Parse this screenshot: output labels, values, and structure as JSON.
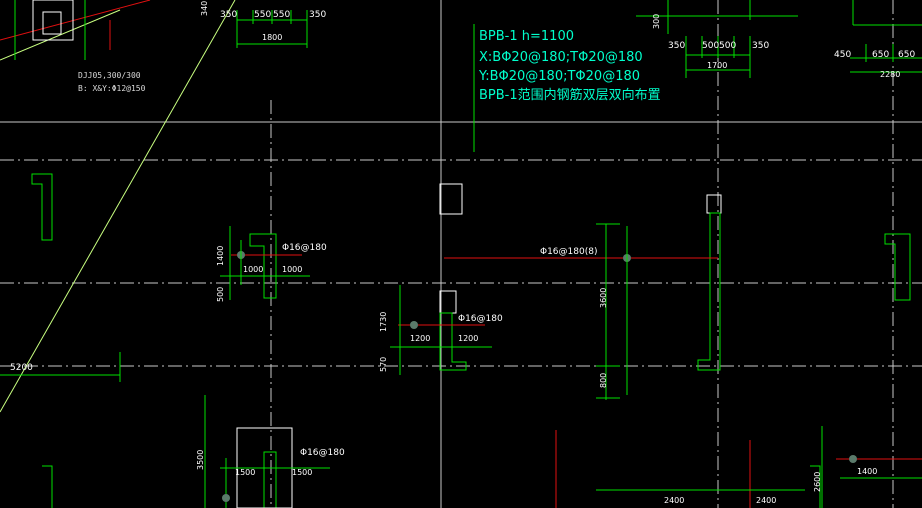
{
  "drawing": {
    "note": {
      "title": "BPB-1 h=1100",
      "line_x": "X:BΦ20@180;TΦ20@180",
      "line_y": "Y:BΦ20@180;TΦ20@180",
      "line_note": "BPB-1范围内钢筋双层双向布置"
    },
    "footing_label": {
      "line1": "DJJ05,300/300",
      "line2": "B: X&Y:Φ12@150"
    },
    "dims": {
      "top_a": [
        "350",
        "550",
        "550",
        "350",
        "1800"
      ],
      "top_b": [
        "350",
        "500",
        "500",
        "350",
        "1700"
      ],
      "top_c": [
        "450",
        "650",
        "650",
        "2280"
      ],
      "left_5200": "5200",
      "top_300": "300",
      "top_340": "340"
    },
    "rebar": {
      "r1": "Φ16@180",
      "r1_dims": [
        "1000",
        "1000",
        "1400",
        "500"
      ],
      "r2": "Φ16@180",
      "r2_dims": [
        "1200",
        "1200",
        "1730",
        "570"
      ],
      "r3": "Φ16@180(8)",
      "r3_dims": [
        "3600",
        "800"
      ],
      "r4": "Φ16@180",
      "r4_dims": [
        "1500",
        "1500",
        "3500"
      ],
      "r5_dims": [
        "1400",
        "2600"
      ],
      "bottom_dims": [
        "2400",
        "2400"
      ]
    }
  }
}
